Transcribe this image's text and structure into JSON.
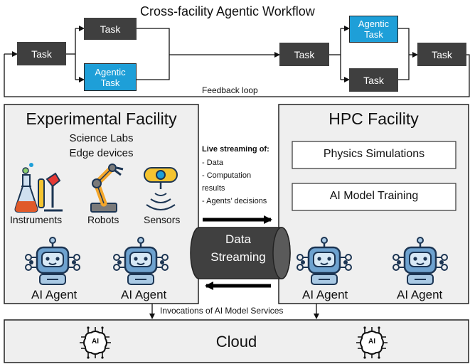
{
  "workflow": {
    "title": "Cross-facility Agentic Workflow",
    "task_label": "Task",
    "agentic_task_line1": "Agentic",
    "agentic_task_line2": "Task",
    "feedback_label": "Feedback loop"
  },
  "experimental": {
    "title": "Experimental Facility",
    "subtitle_line1": "Science Labs",
    "subtitle_line2": "Edge devices",
    "devices": [
      "Instruments",
      "Robots",
      "Sensors"
    ],
    "agents": [
      "AI Agent",
      "AI Agent"
    ]
  },
  "streaming": {
    "heading": "Live streaming of:",
    "items": [
      "- Data",
      "- Computation",
      "results",
      "- Agents’ decisions"
    ],
    "cylinder_line1": "Data",
    "cylinder_line2": "Streaming"
  },
  "hpc": {
    "title": "HPC Facility",
    "box1": "Physics Simulations",
    "box2": "AI Model Training",
    "agents": [
      "AI Agent",
      "AI Agent"
    ]
  },
  "invocations_label": "Invocations of AI Model Services",
  "cloud": {
    "title": "Cloud",
    "ai_chip_label": "AI"
  },
  "colors": {
    "task_fill": "#3f3f3f",
    "agentic_fill": "#1e9fd8",
    "panel_fill": "#efefef",
    "robot_blue": "#6ea2cf",
    "robot_light": "#a9c9e4",
    "robot_dark": "#1c3553"
  }
}
